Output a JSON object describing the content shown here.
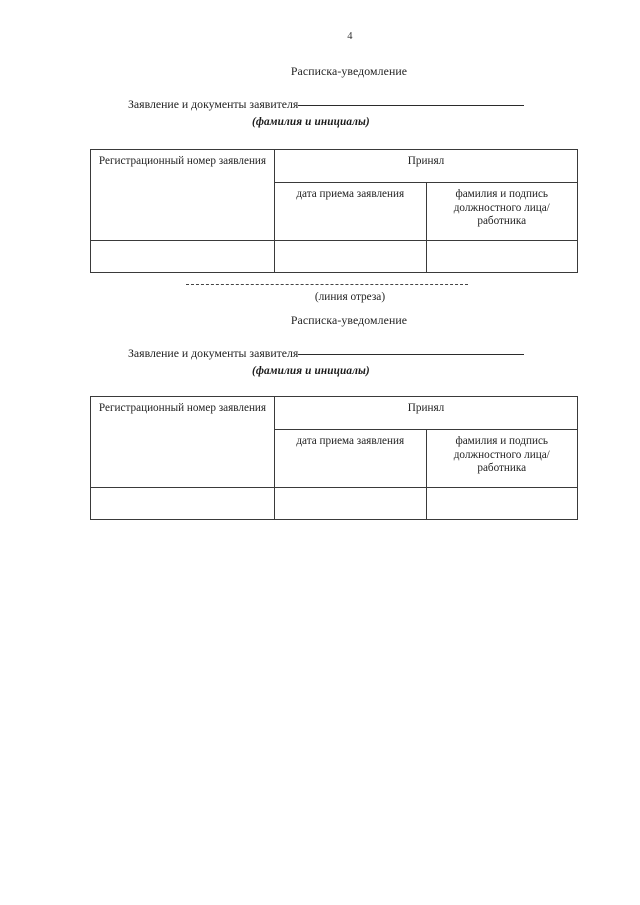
{
  "document": {
    "page_number": "4",
    "background_color": "#ffffff",
    "text_color": "#222222",
    "border_color": "#3a3a3a"
  },
  "receipts": [
    {
      "title": "Расписка-уведомление",
      "applicant_label": "Заявление и документы заявителя",
      "field_caption": "(фамилия и инициалы)",
      "table": {
        "col_reg_header": "Регистрационный номер заявления",
        "col_accept_header": "Принял",
        "col_date_header": "дата приема заявления",
        "col_sign_header": "фамилия и подпись должностного лица/работника",
        "row_values": {
          "reg": "",
          "date": "",
          "sign": ""
        }
      }
    },
    {
      "title": "Расписка-уведомление",
      "applicant_label": "Заявление и документы заявителя",
      "field_caption": "(фамилия и инициалы)",
      "table": {
        "col_reg_header": "Регистрационный номер заявления",
        "col_accept_header": "Принял",
        "col_date_header": "дата приема заявления",
        "col_sign_header": "фамилия и подпись должностного лица/работника",
        "row_values": {
          "reg": "",
          "date": "",
          "sign": ""
        }
      }
    }
  ],
  "cut_line": {
    "caption": "(линия отреза)"
  }
}
